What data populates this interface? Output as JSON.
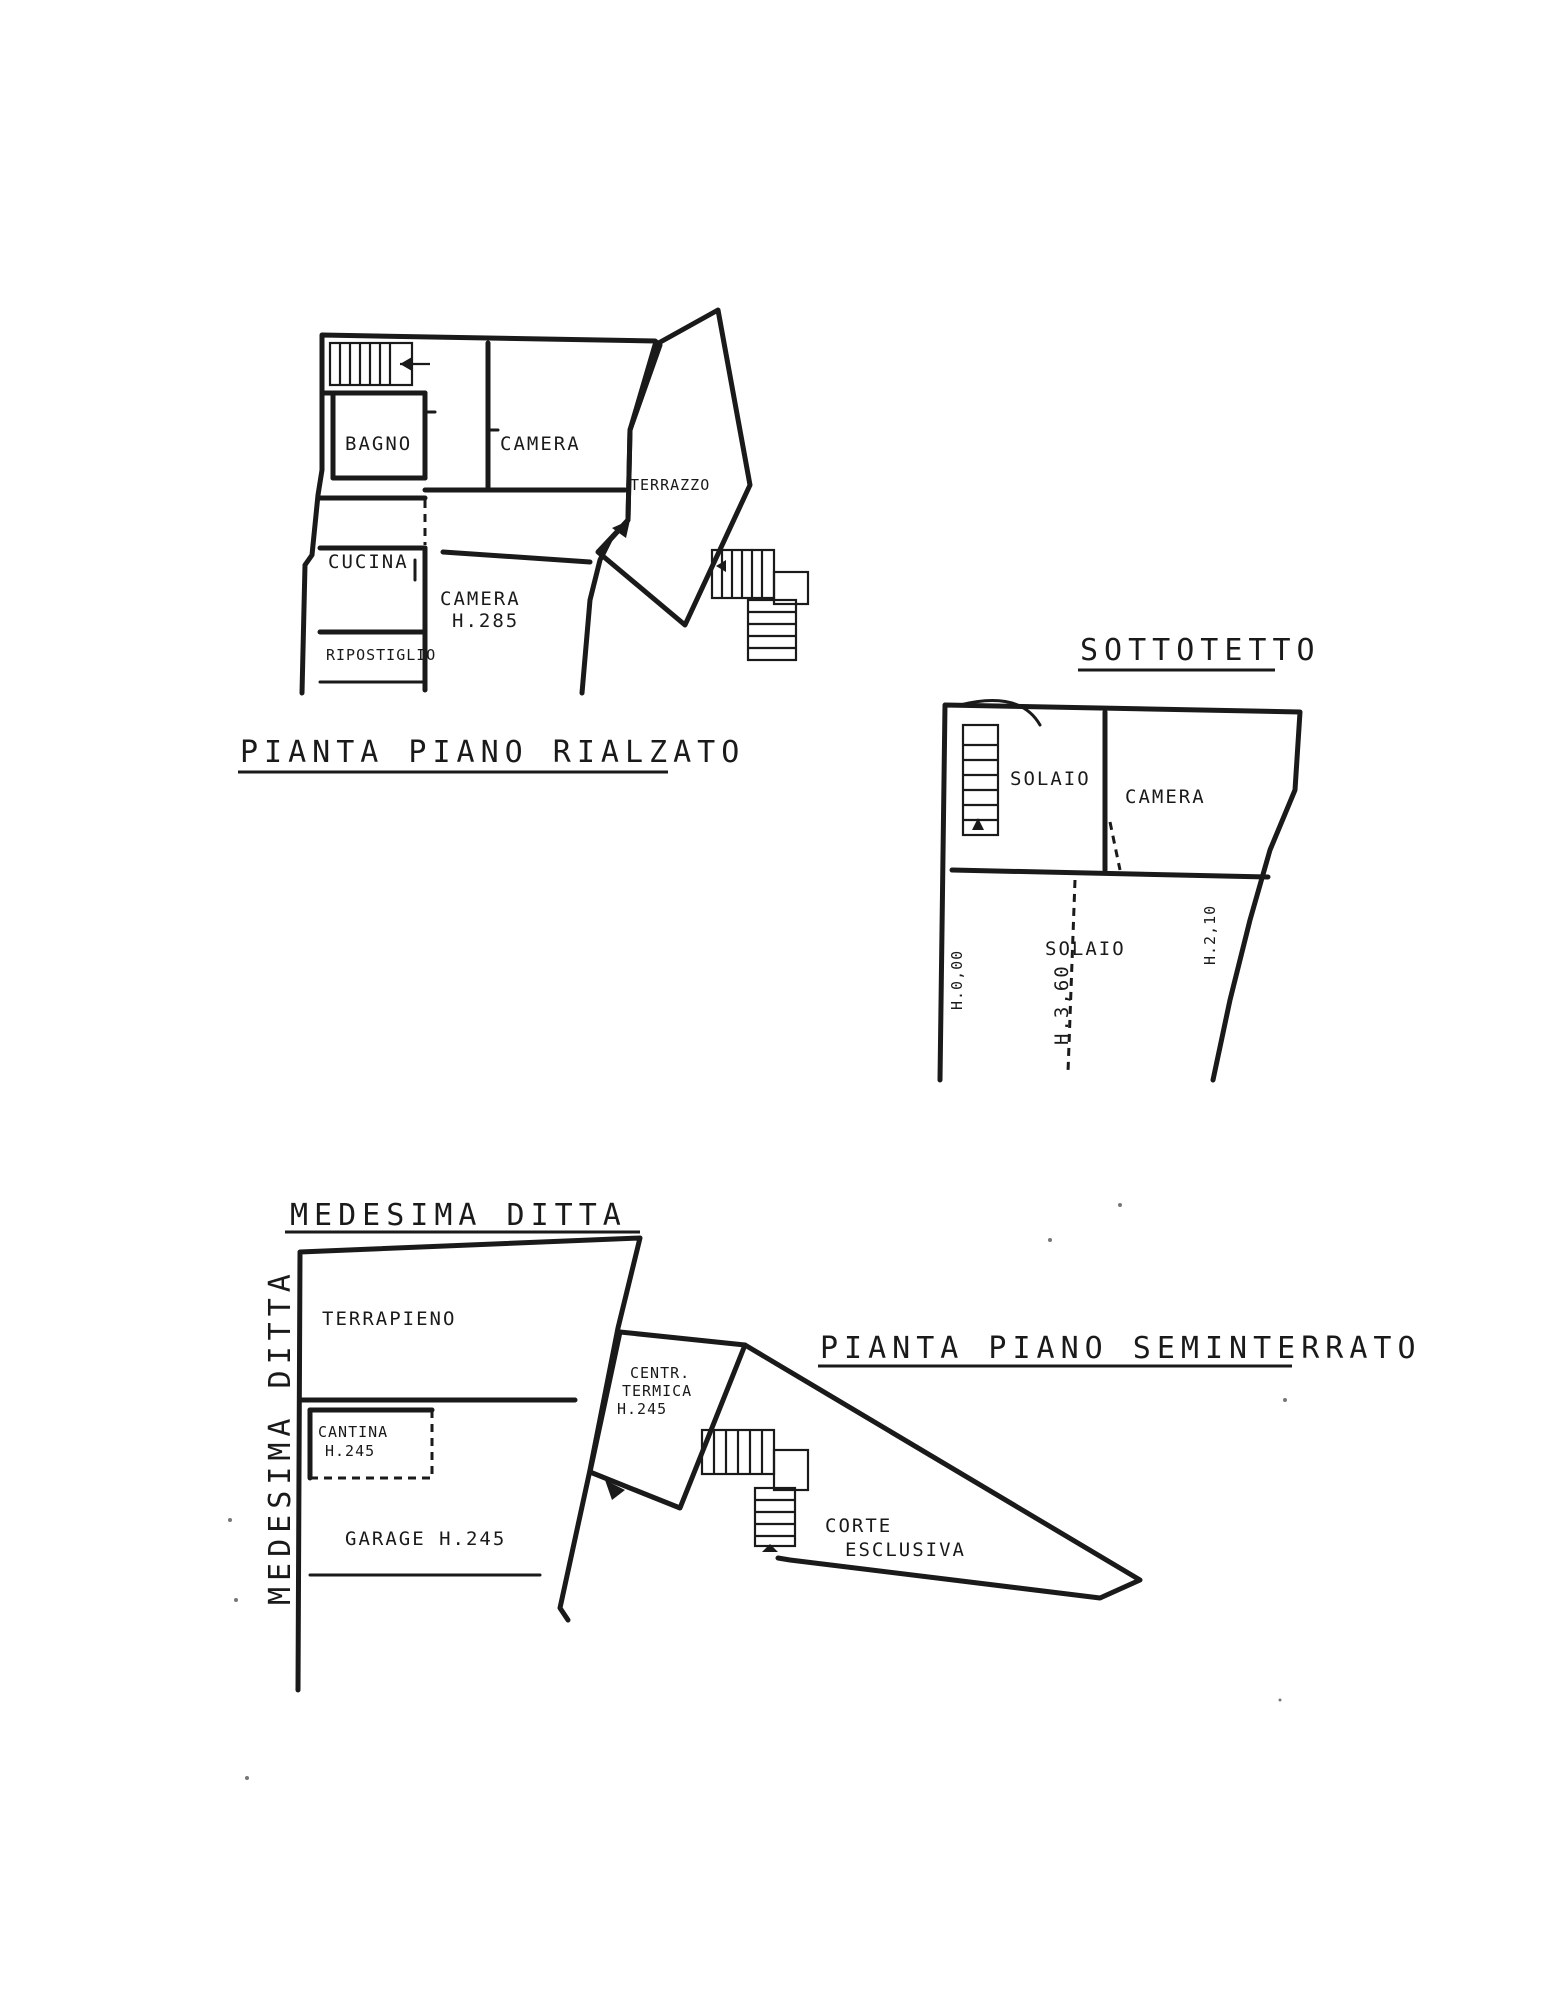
{
  "plans": {
    "ground": {
      "title": "PIANTA PIANO RIALZATO",
      "rooms": {
        "bagno": "BAGNO",
        "camera1": "CAMERA",
        "terrazzo": "TERRAZZO",
        "cucina": "CUCINA",
        "camera2": "CAMERA",
        "camera2_height": "H.285",
        "ripostiglio": "RIPOSTIGLIO"
      }
    },
    "attic": {
      "title": "SOTTOTETTO",
      "rooms": {
        "solaio1": "SOLAIO",
        "camera": "CAMERA",
        "solaio2": "SOLAIO",
        "height_left": "H.0,00",
        "height_center": "H.3,60",
        "height_right": "H.2,10"
      }
    },
    "basement": {
      "title": "PIANTA PIANO SEMINTERRATO",
      "neighbor_top": "MEDESIMA DITTA",
      "neighbor_left": "MEDESIMA DITTA",
      "rooms": {
        "terrapieno": "TERRAPIENO",
        "cantina": "CANTINA",
        "cantina_height": "H.245",
        "garage": "GARAGE H.245",
        "centrale_1": "CENTR.",
        "centrale_2": "TERMICA",
        "centrale_height": "H.245",
        "corte_1": "CORTE",
        "corte_2": "ESCLUSIVA"
      }
    }
  }
}
